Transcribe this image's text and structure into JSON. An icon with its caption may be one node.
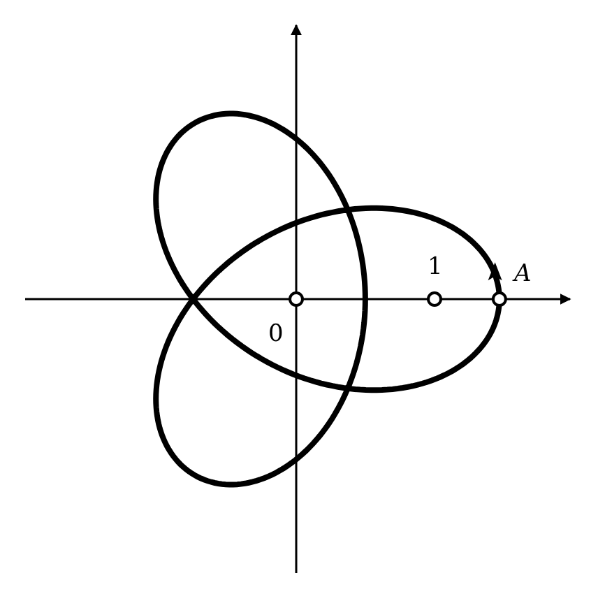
{
  "diagram": {
    "labels": [
      "1",
      "A",
      "0"
    ]
  }
}
